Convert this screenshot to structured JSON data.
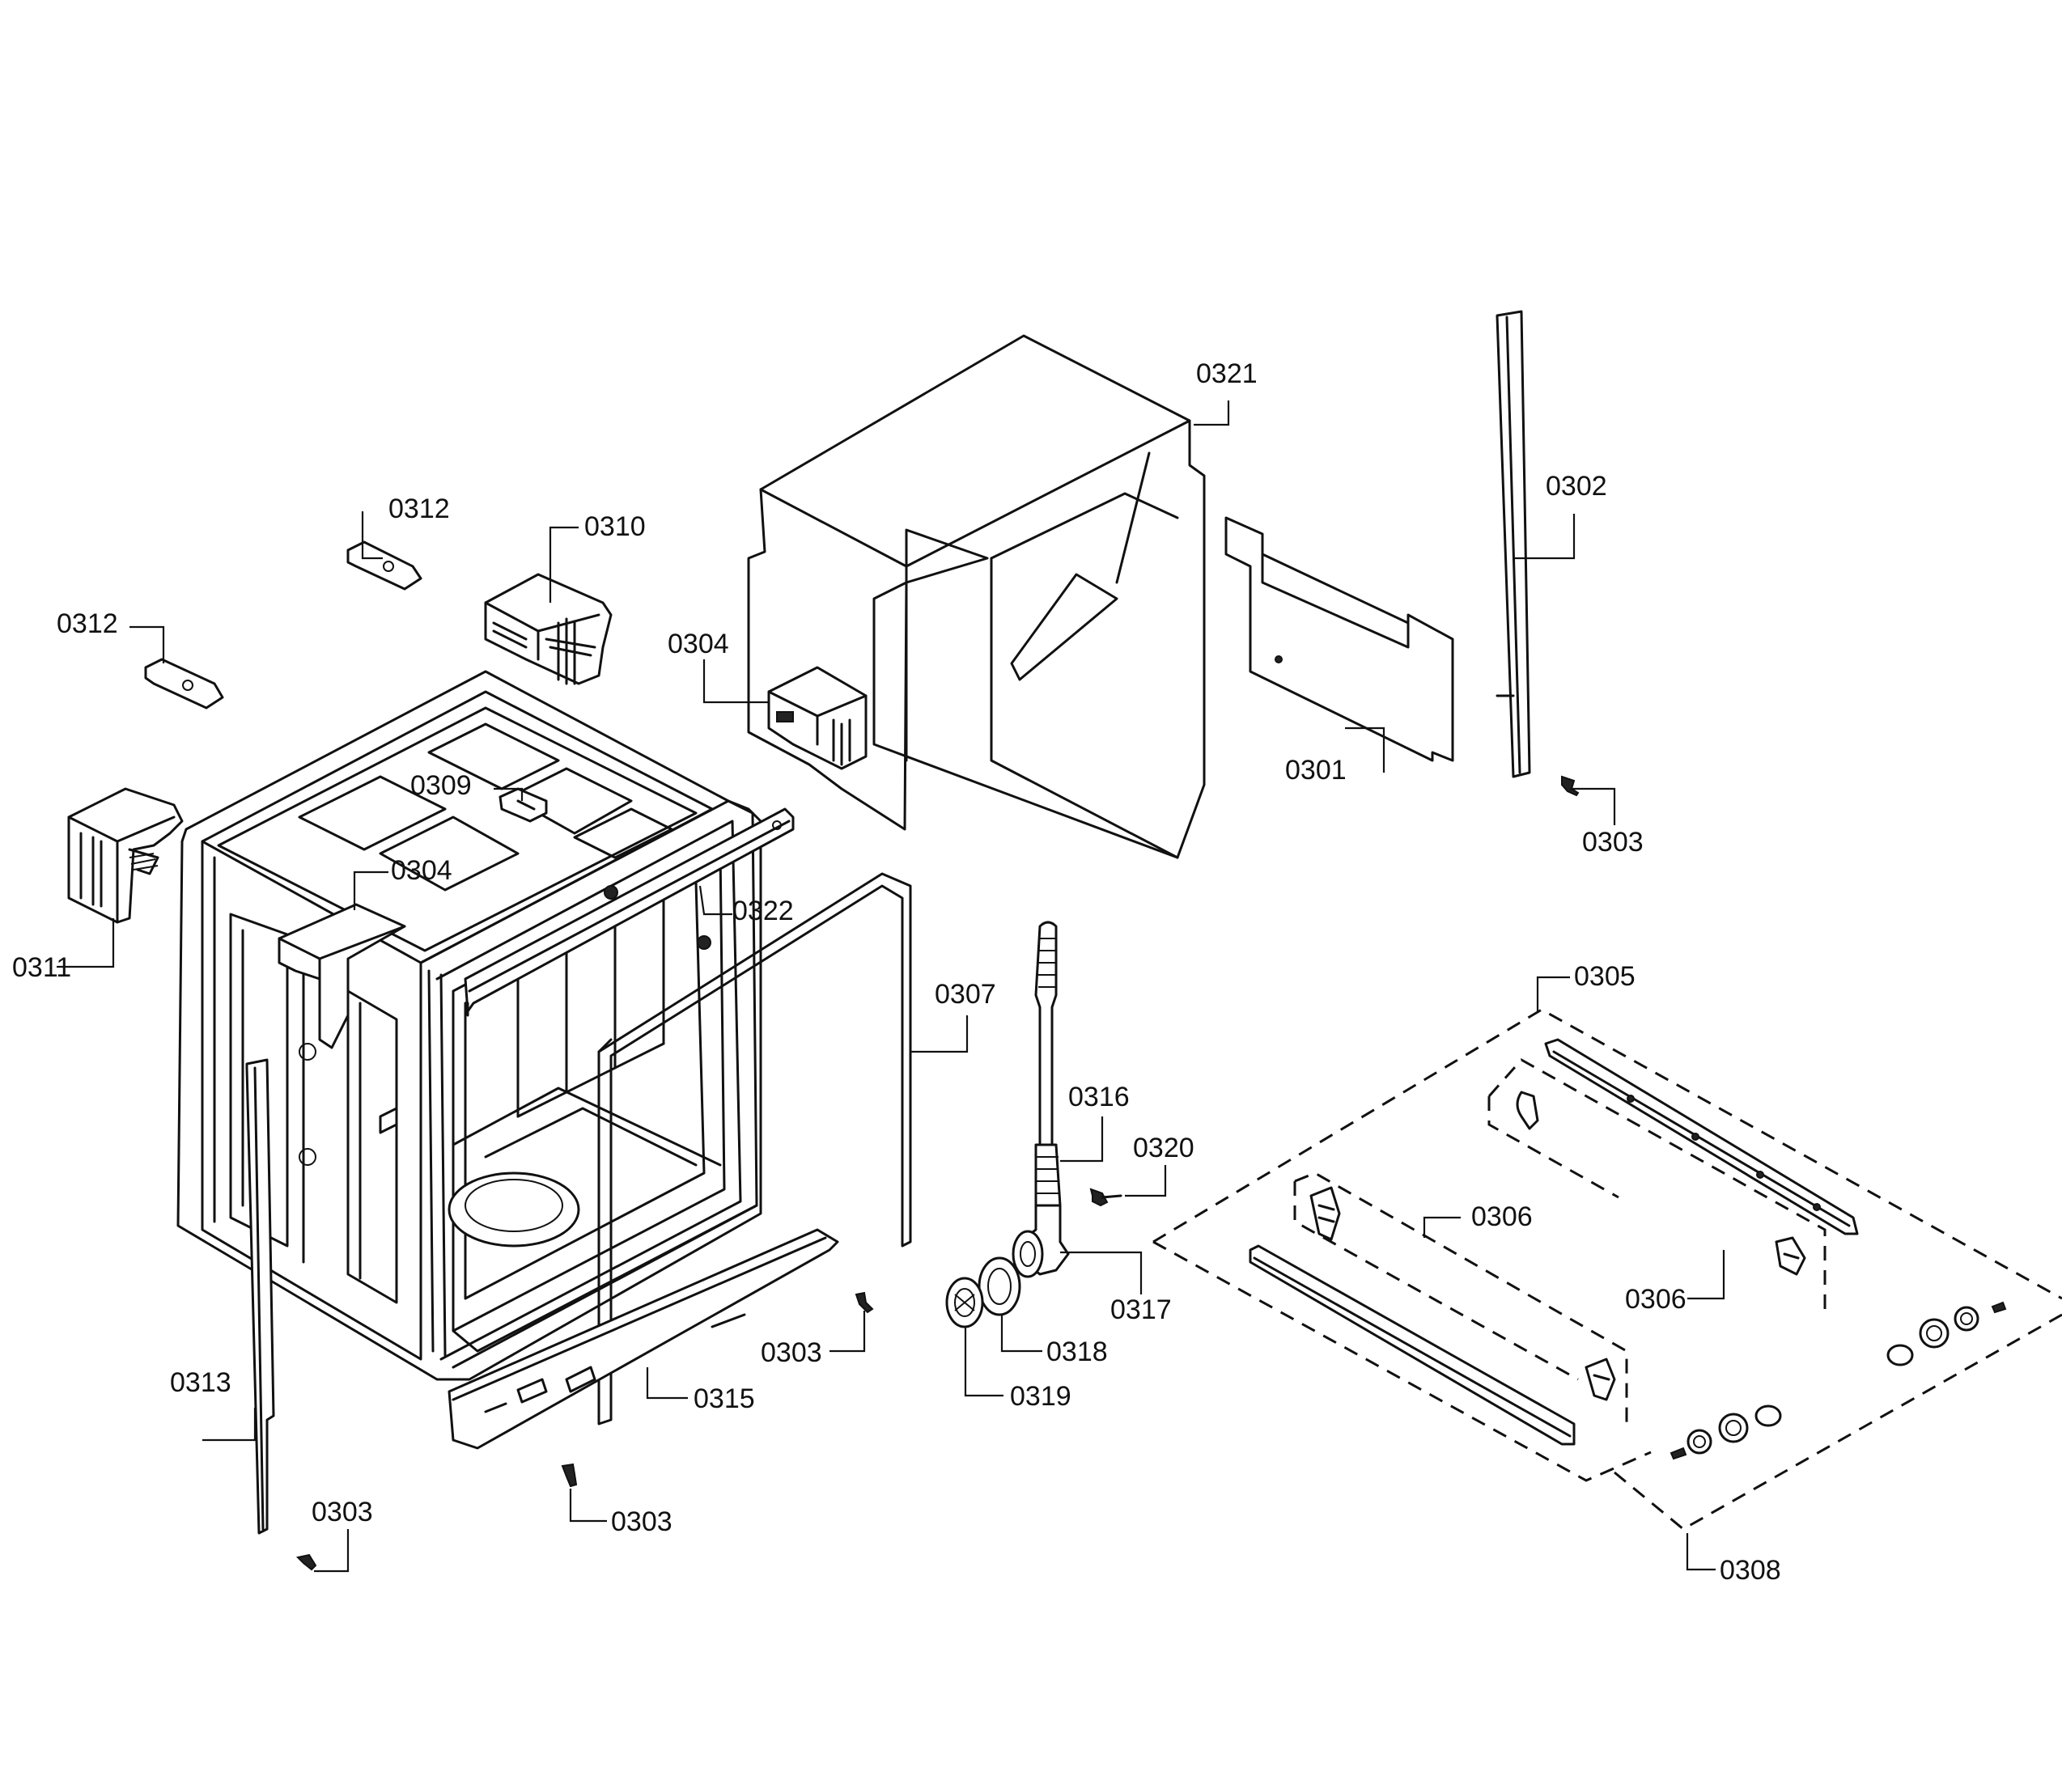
{
  "labels": {
    "l0321": "0321",
    "l0302": "0302",
    "l0312a": "0312",
    "l0310": "0310",
    "l0312b": "0312",
    "l0304a": "0304",
    "l0301": "0301",
    "l0303a": "0303",
    "l0309": "0309",
    "l0304b": "0304",
    "l0322": "0322",
    "l0311": "0311",
    "l0307": "0307",
    "l0305": "0305",
    "l0316": "0316",
    "l0320": "0320",
    "l0306a": "0306",
    "l0306b": "0306",
    "l0317": "0317",
    "l0303b": "0303",
    "l0318": "0318",
    "l0313": "0313",
    "l0315": "0315",
    "l0319": "0319",
    "l0303c": "0303",
    "l0303d": "0303",
    "l0308": "0308"
  }
}
